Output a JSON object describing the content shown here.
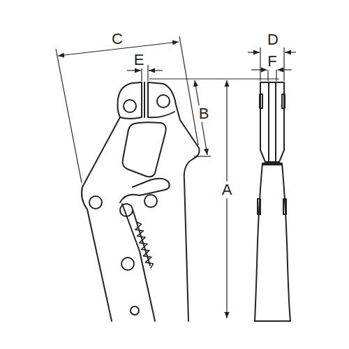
{
  "diagram": {
    "labels": [
      "C",
      "E",
      "D",
      "F",
      "B",
      "A"
    ]
  }
}
